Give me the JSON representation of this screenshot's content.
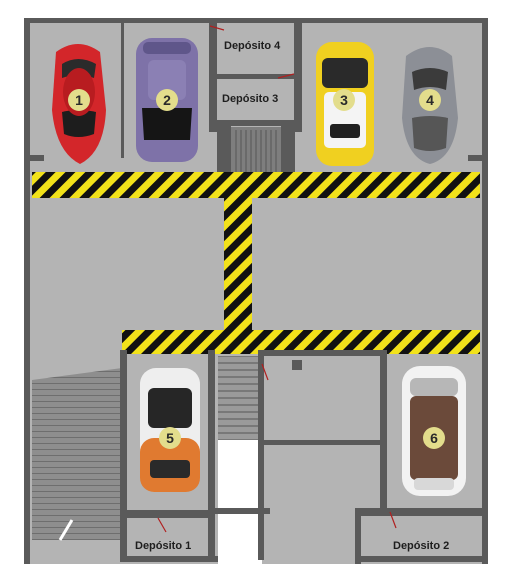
{
  "plan": {
    "storage_rooms": [
      {
        "id": "deposito-4",
        "label": "Depósito 4"
      },
      {
        "id": "deposito-3",
        "label": "Depósito 3"
      },
      {
        "id": "deposito-1",
        "label": "Depósito 1"
      },
      {
        "id": "deposito-2",
        "label": "Depósito 2"
      }
    ],
    "parking_spots": [
      {
        "number": "1",
        "car": "red sports car"
      },
      {
        "number": "2",
        "car": "purple hatchback"
      },
      {
        "number": "3",
        "car": "yellow compact SUV"
      },
      {
        "number": "4",
        "car": "silver coupe"
      },
      {
        "number": "5",
        "car": "orange and white compact SUV"
      },
      {
        "number": "6",
        "car": "white SUV"
      }
    ],
    "colors": {
      "floor": "#b4b4b4",
      "wall": "#5a5a5a",
      "hazard_yellow": "#f2e21a",
      "hazard_black": "#111111",
      "number_badge": "#e3dd8c",
      "ramp": "#8e8e8e"
    }
  }
}
